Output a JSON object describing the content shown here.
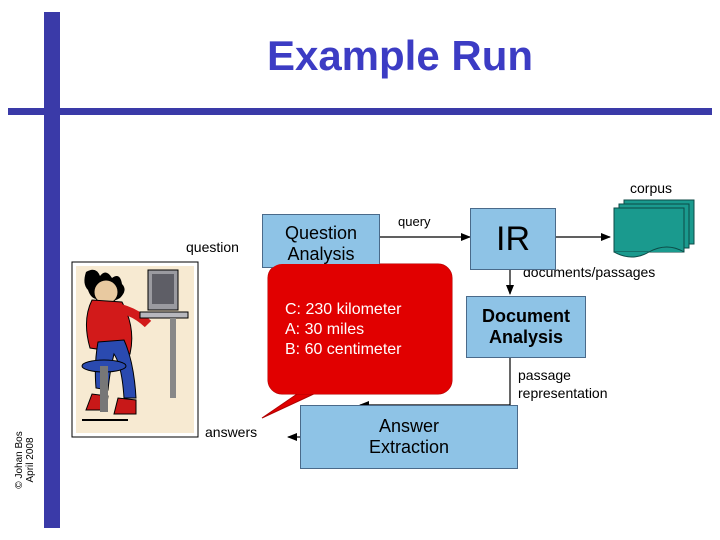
{
  "title": "Example Run",
  "copyright": {
    "line1": "© Johan Bos",
    "line2": "April 2008"
  },
  "labels": {
    "question": "question",
    "query": "query",
    "corpus": "corpus",
    "documents_passages": "documents/passages",
    "passage_representation_1": "passage",
    "passage_representation_2": "representation",
    "answers": "answers"
  },
  "boxes": {
    "question_analysis": {
      "line1": "Question",
      "line2": "Analysis"
    },
    "ir": "IR",
    "document_analysis": {
      "line1": "Document",
      "line2": "Analysis"
    },
    "answer_extraction": {
      "line1": "Answer",
      "line2": "Extraction"
    }
  },
  "callout": {
    "line1": "C: 230 kilometer",
    "line2": "A: 30 miles",
    "line3": "B: 60 centimeter"
  },
  "colors": {
    "accent": "#3a3aa8",
    "title": "#3c3cc4",
    "box_fill": "#8ec3e6",
    "callout_fill": "#e10000",
    "corpus_fill": "#1a9a8e"
  }
}
